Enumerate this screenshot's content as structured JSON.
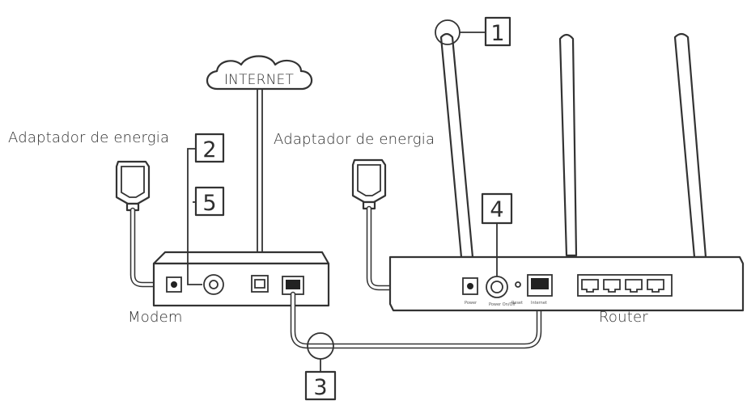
{
  "labels": {
    "internet": "INTERNET",
    "adapter_left": "Adaptador de energia",
    "adapter_right": "Adaptador de energia",
    "modem": "Modem",
    "router": "Router"
  },
  "callouts": {
    "one": "1",
    "two": "2",
    "three": "3",
    "four": "4",
    "five": "5"
  }
}
